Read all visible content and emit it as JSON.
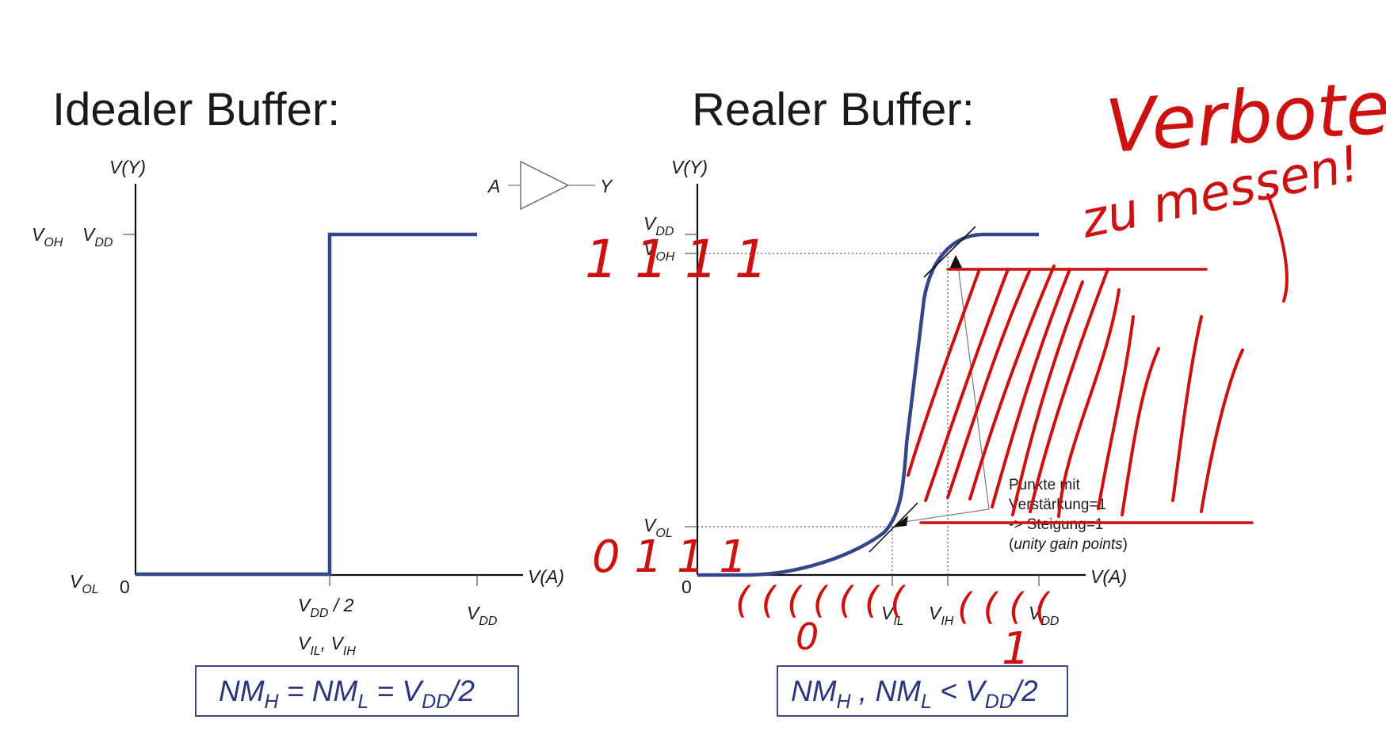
{
  "left": {
    "title": "Idealer Buffer:",
    "y_axis": "V(Y)",
    "x_axis": "V(A)",
    "label_voh": "V",
    "label_voh_sub": "OH",
    "label_vdd_y": "V",
    "label_vdd_y_sub": "DD",
    "label_vol": "V",
    "label_vol_sub": "OL",
    "label_zero": "0",
    "label_vdd_half": "V",
    "label_vdd_half_sub": "DD",
    "label_vdd_half_suffix": " / 2",
    "label_vil": "V",
    "label_vil_sub": "IL",
    "label_comma": ", ",
    "label_vih": "V",
    "label_vih_sub": "IH",
    "label_vdd_x": "V",
    "label_vdd_x_sub": "DD",
    "formula": {
      "nm": "NM",
      "h": "H",
      "eq1": " = ",
      "l": "L",
      "eq2": " = ",
      "vdd": "V",
      "dd": "DD",
      "tail": "/2"
    }
  },
  "buffer_symbol": {
    "input": "A",
    "output": "Y"
  },
  "right": {
    "title": "Realer Buffer:",
    "y_axis": "V(Y)",
    "x_axis": "V(A)",
    "label_vdd_y": "V",
    "label_vdd_y_sub": "DD",
    "label_voh": "V",
    "label_voh_sub": "OH",
    "label_vol": "V",
    "label_vol_sub": "OL",
    "label_zero": "0",
    "label_vil": "V",
    "label_vil_sub": "IL",
    "label_vih": "V",
    "label_vih_sub": "IH",
    "label_vdd_x": "V",
    "label_vdd_x_sub": "DD",
    "annotation": {
      "line1": "Punkte mit",
      "line2": "Verstärkung=1",
      "line3": "-> Steigung=1",
      "line4_open": "(",
      "line4_italic": "unity gain points",
      "line4_close": ")"
    },
    "formula": {
      "nm": "NM",
      "h": "H",
      "sep": " , ",
      "l": "L",
      "lt": " < ",
      "vdd": "V",
      "dd": "DD",
      "tail": "/2"
    }
  },
  "handwriting": {
    "forbidden_line1": "Verboten",
    "forbidden_line2": "zu messen!",
    "high_ones": "1 1 1 1",
    "low_zeros": "0 1 1 1",
    "ticks_low": "( ( ( ( ( ( (",
    "zero_below": "0",
    "ticks_high": "( ( ( (",
    "one_below": "1",
    "color": "#cc1111"
  },
  "colors": {
    "curve": "#34468a",
    "formula": "#2b3580",
    "axes": "#111111"
  }
}
